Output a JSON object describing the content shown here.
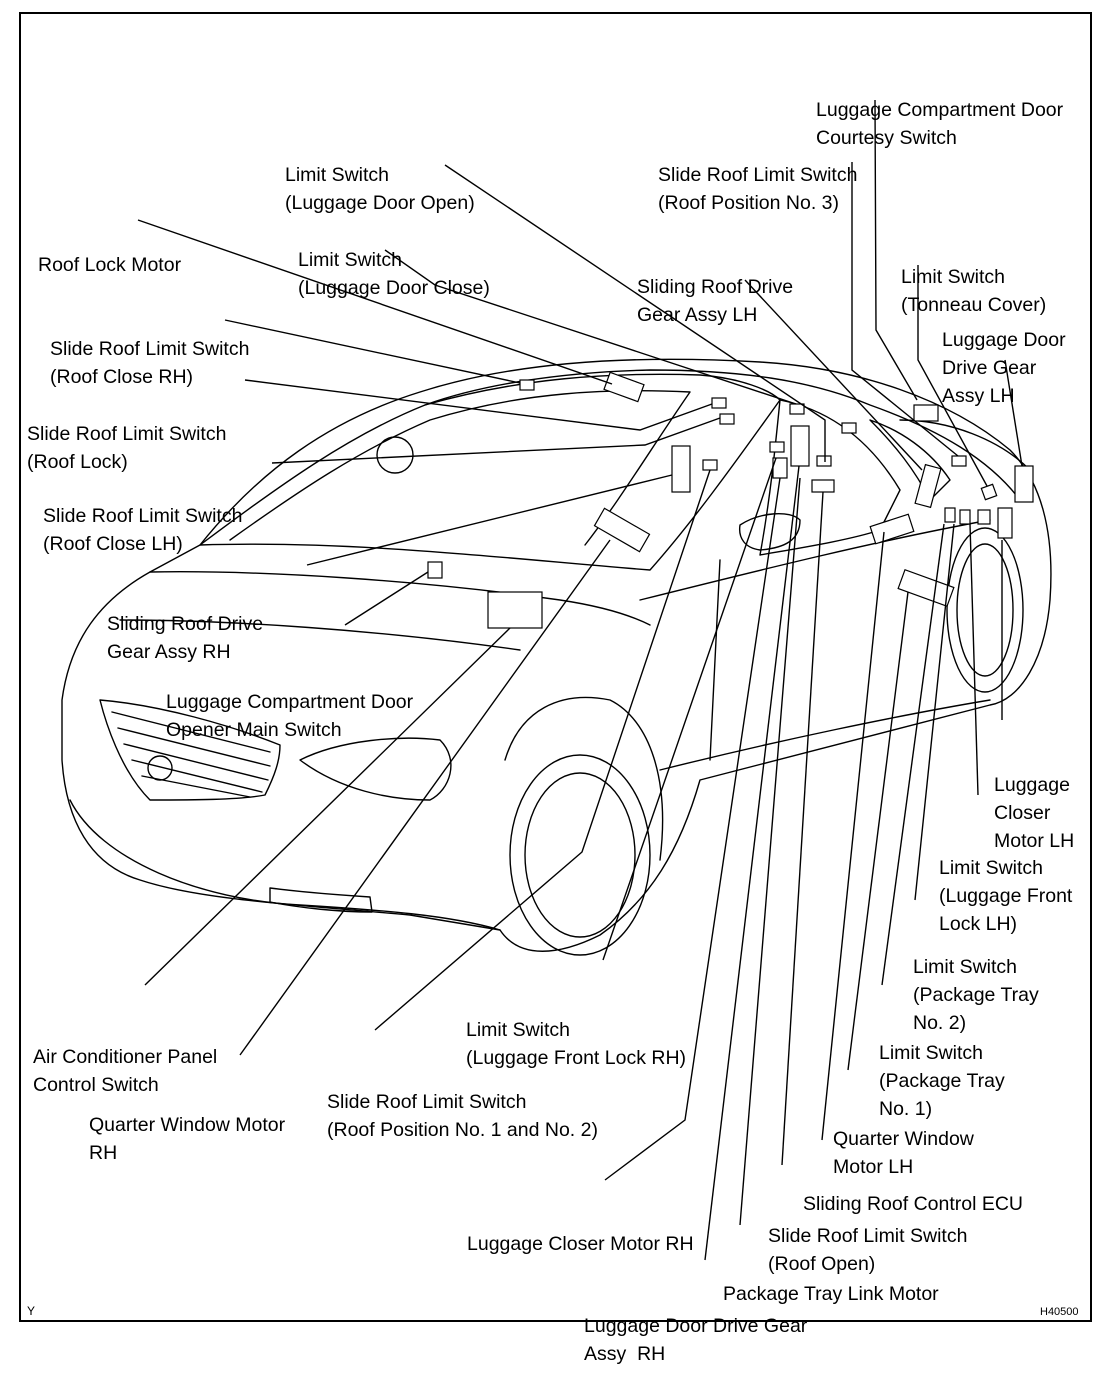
{
  "labels": {
    "lug_courtesy": [
      "Luggage Compartment Door",
      "Courtesy Switch"
    ],
    "limit_open": [
      "Limit Switch",
      "(Luggage Door Open)"
    ],
    "slide_pos3": [
      "Slide Roof Limit Switch",
      "(Roof Position No. 3)"
    ],
    "roof_lock_motor": [
      "Roof Lock Motor"
    ],
    "limit_close": [
      "Limit Switch",
      "(Luggage Door Close)"
    ],
    "sliding_drive_lh": [
      "Sliding Roof Drive",
      "Gear Assy LH"
    ],
    "limit_tonneau": [
      "Limit Switch",
      "(Tonneau Cover)"
    ],
    "slide_close_rh": [
      "Slide Roof Limit Switch",
      "(Roof Close RH)"
    ],
    "lug_door_gear_lh": [
      "Luggage Door",
      "Drive Gear",
      "Assy LH"
    ],
    "slide_roof_lock": [
      "Slide Roof Limit Switch",
      "(Roof Lock)"
    ],
    "slide_close_lh": [
      "Slide Roof Limit Switch",
      "(Roof Close LH)"
    ],
    "sliding_drive_rh": [
      "Sliding Roof Drive",
      "Gear Assy RH"
    ],
    "lug_opener": [
      "Luggage Compartment Door",
      "Opener Main Switch"
    ],
    "lug_closer_lh": [
      "Luggage",
      "Closer",
      "Motor LH"
    ],
    "limit_front_lh": [
      "Limit Switch",
      "(Luggage Front",
      "Lock LH)"
    ],
    "limit_tray2": [
      "Limit Switch",
      "(Package Tray",
      "No. 2)"
    ],
    "limit_tray1": [
      "Limit Switch",
      "(Package Tray",
      "No. 1)"
    ],
    "limit_front_rh": [
      "Limit Switch",
      "(Luggage Front Lock RH)"
    ],
    "ac_panel": [
      "Air Conditioner Panel",
      "Control Switch"
    ],
    "slide_pos12": [
      "Slide Roof Limit Switch",
      "(Roof Position No. 1 and No. 2)"
    ],
    "quarter_lh": [
      "Quarter Window",
      "Motor LH"
    ],
    "quarter_rh": [
      "Quarter Window Motor",
      "RH"
    ],
    "roof_ecu": [
      "Sliding Roof Control ECU"
    ],
    "slide_open": [
      "Slide Roof Limit Switch",
      "(Roof Open)"
    ],
    "closer_rh": [
      "Luggage Closer Motor RH"
    ],
    "tray_link": [
      "Package Tray Link Motor"
    ],
    "lug_door_gear_rh": [
      "Luggage Door Drive Gear",
      "Assy  RH"
    ]
  },
  "corner_left": "Y",
  "figure_code": "H40500"
}
